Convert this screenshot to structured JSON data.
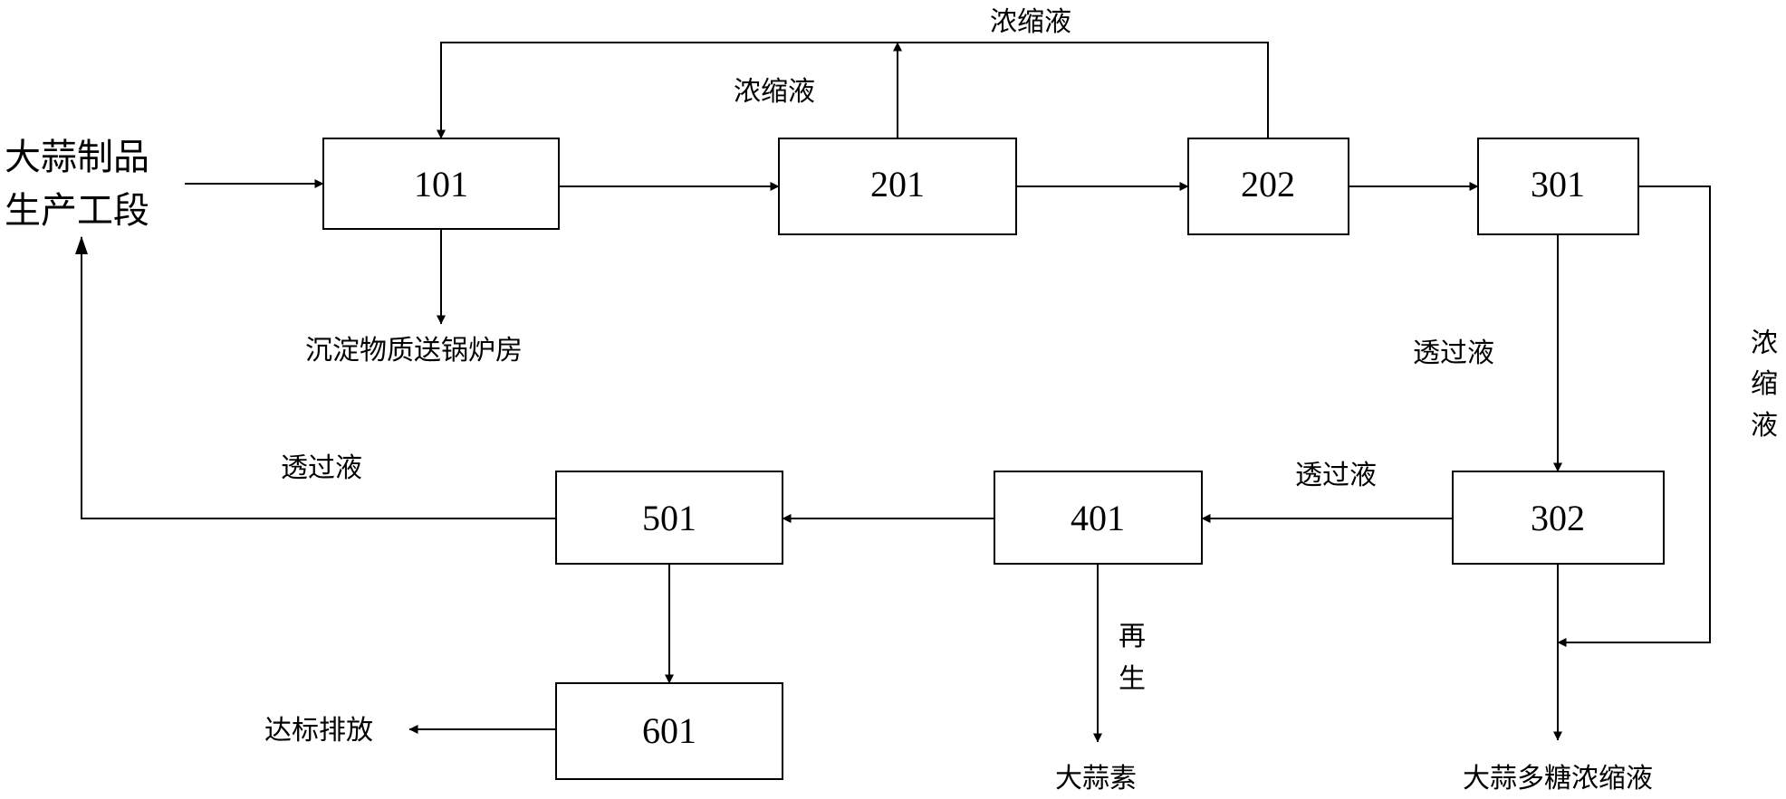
{
  "boxes": {
    "b101": "101",
    "b201": "201",
    "b202": "202",
    "b301": "301",
    "b302": "302",
    "b401": "401",
    "b501": "501",
    "b601": "601"
  },
  "labels": {
    "source_line1": "大蒜制品",
    "source_line2": "生产工段",
    "sediment": "沉淀物质送锅炉房",
    "concentrate_top": "浓缩液",
    "concentrate_201": "浓缩液",
    "permeate_301": "透过液",
    "concentrate_right_1": "浓",
    "concentrate_right_2": "缩",
    "concentrate_right_3": "液",
    "permeate_302": "透过液",
    "permeate_501": "透过液",
    "regen_1": "再",
    "regen_2": "生",
    "allicin": "大蒜素",
    "polysaccharide": "大蒜多糖浓缩液",
    "discharge": "达标排放"
  }
}
